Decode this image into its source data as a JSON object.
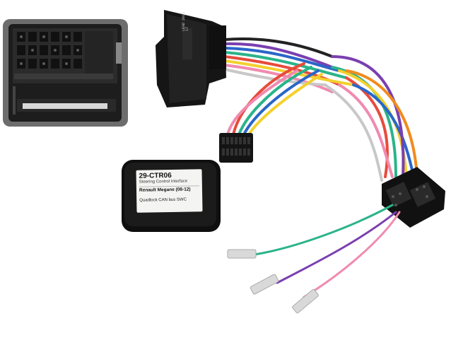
{
  "product": {
    "code": "29-CTR06",
    "description": "Steering Control Interface",
    "vehicle": "Renault Megane (08-12)",
    "bus": "Quadlock CAN bus SWC"
  },
  "plug_marking": "LEAD 2013 17"
}
